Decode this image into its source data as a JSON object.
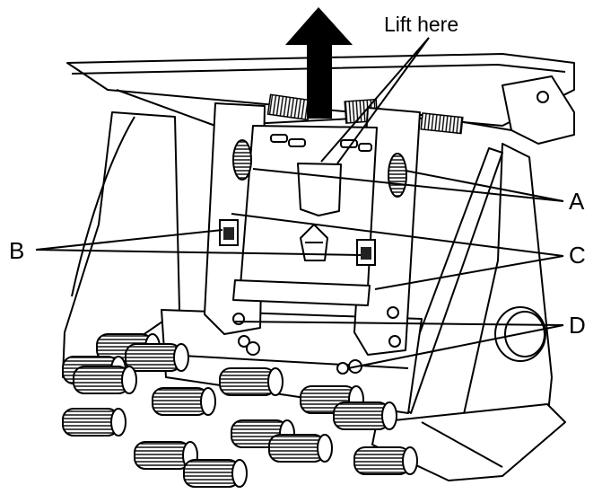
{
  "labels": {
    "lift": "Lift here",
    "a": "A",
    "b": "B",
    "c": "C",
    "d": "D"
  },
  "colors": {
    "line": "#000000",
    "fill": "#ffffff",
    "arrow": "#000000",
    "shade": "#222222"
  }
}
